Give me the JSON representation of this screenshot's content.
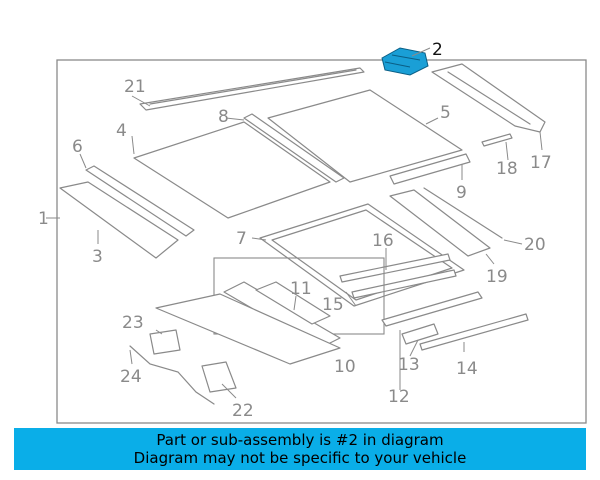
{
  "callouts": {
    "c1": "1",
    "c2": "2",
    "c3": "3",
    "c4": "4",
    "c5": "5",
    "c6": "6",
    "c7": "7",
    "c8": "8",
    "c9": "9",
    "c10": "10",
    "c11": "11",
    "c12": "12",
    "c13": "13",
    "c14": "14",
    "c15": "15",
    "c16": "16",
    "c17": "17",
    "c18": "18",
    "c19": "19",
    "c20": "20",
    "c21": "21",
    "c22": "22",
    "c23": "23",
    "c24": "24"
  },
  "banner": {
    "line1": "Part or sub-assembly is #2 in diagram",
    "line2": "Diagram may not be specific to your vehicle"
  },
  "colors": {
    "banner": "#0aaee8",
    "highlight_part": "#1a9fd6",
    "line_art": "#8a8a8a"
  }
}
